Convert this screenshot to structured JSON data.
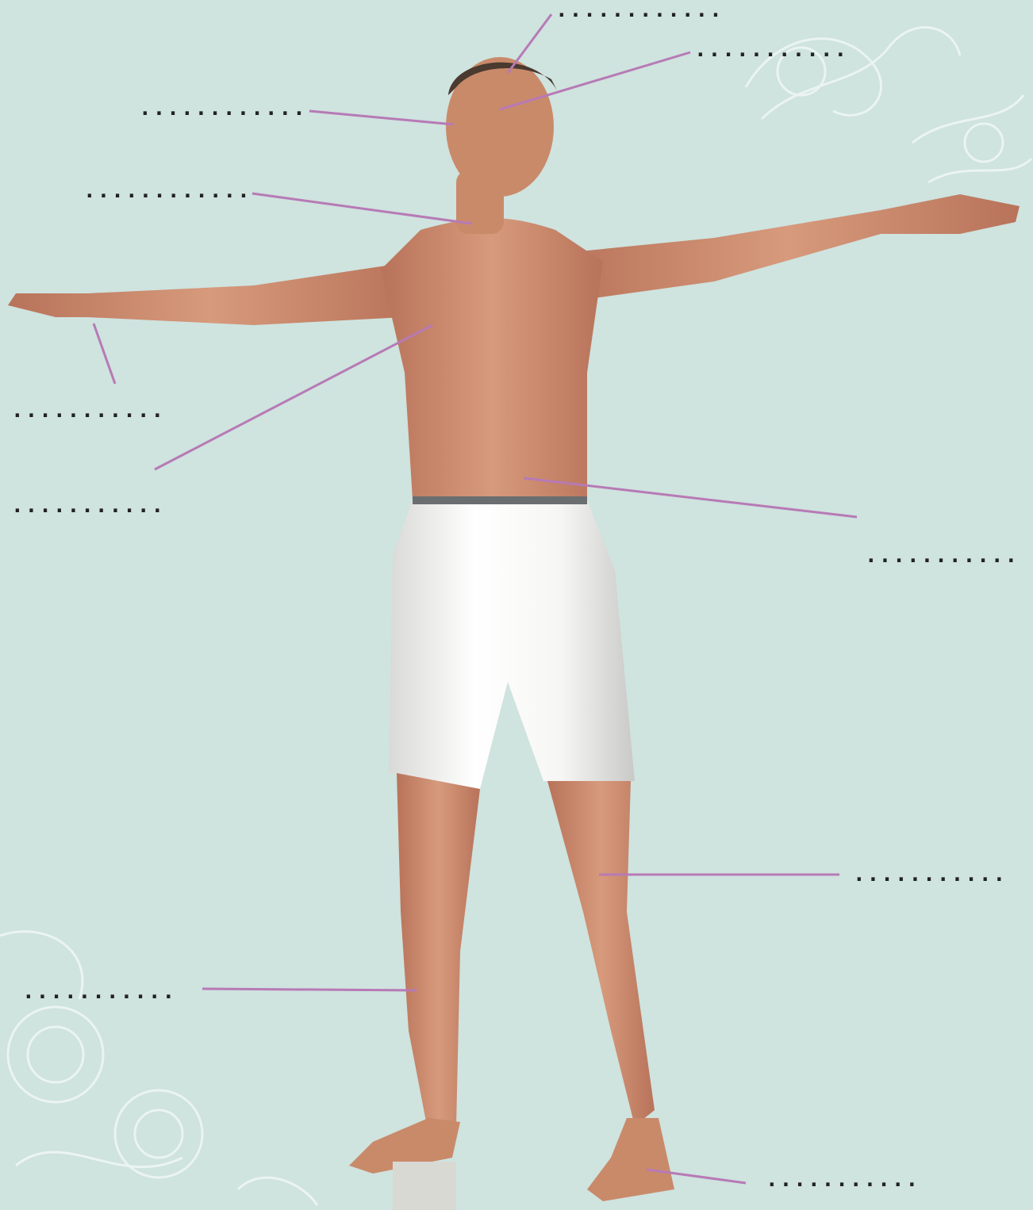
{
  "colors": {
    "background": "#cfe3df",
    "leader_line": "#b77ab5",
    "skin": "#c98a6a",
    "shorts": "#f4f4f2",
    "ornament": "#eef6f3"
  },
  "blanks": [
    {
      "id": "top-of-head",
      "text": "............"
    },
    {
      "id": "eye",
      "text": "..........."
    },
    {
      "id": "nose",
      "text": "............"
    },
    {
      "id": "neck",
      "text": "............"
    },
    {
      "id": "hand",
      "text": "..........."
    },
    {
      "id": "chest",
      "text": "..........."
    },
    {
      "id": "abdomen",
      "text": "..........."
    },
    {
      "id": "knee",
      "text": "..........."
    },
    {
      "id": "leg",
      "text": "..........."
    },
    {
      "id": "foot",
      "text": "..........."
    }
  ]
}
